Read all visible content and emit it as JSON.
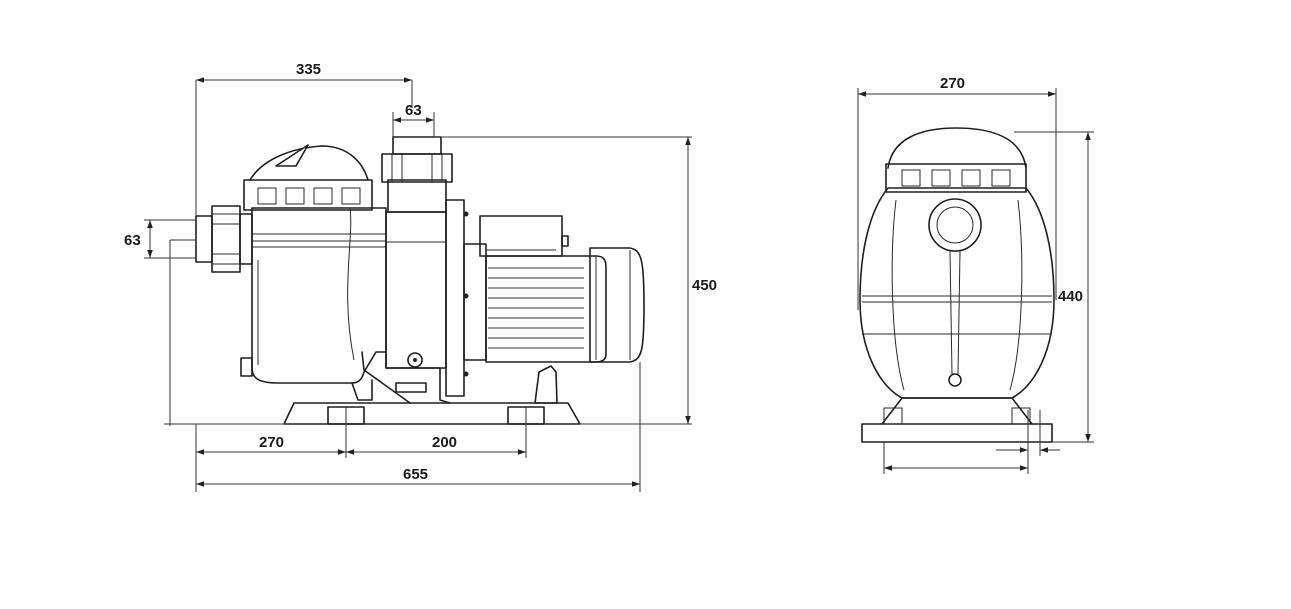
{
  "dimensions": {
    "side_view": {
      "overall_length": "655",
      "inlet_to_outlet": "335",
      "outlet_diameter": "63",
      "inlet_diameter": "63",
      "overall_height": "450",
      "base_hole_to_inlet": "270",
      "base_hole_spacing": "200"
    },
    "front_view": {
      "overall_width": "270",
      "overall_height": "440"
    }
  },
  "colors": {
    "line": "#1f1f1f",
    "background": "#ffffff"
  }
}
